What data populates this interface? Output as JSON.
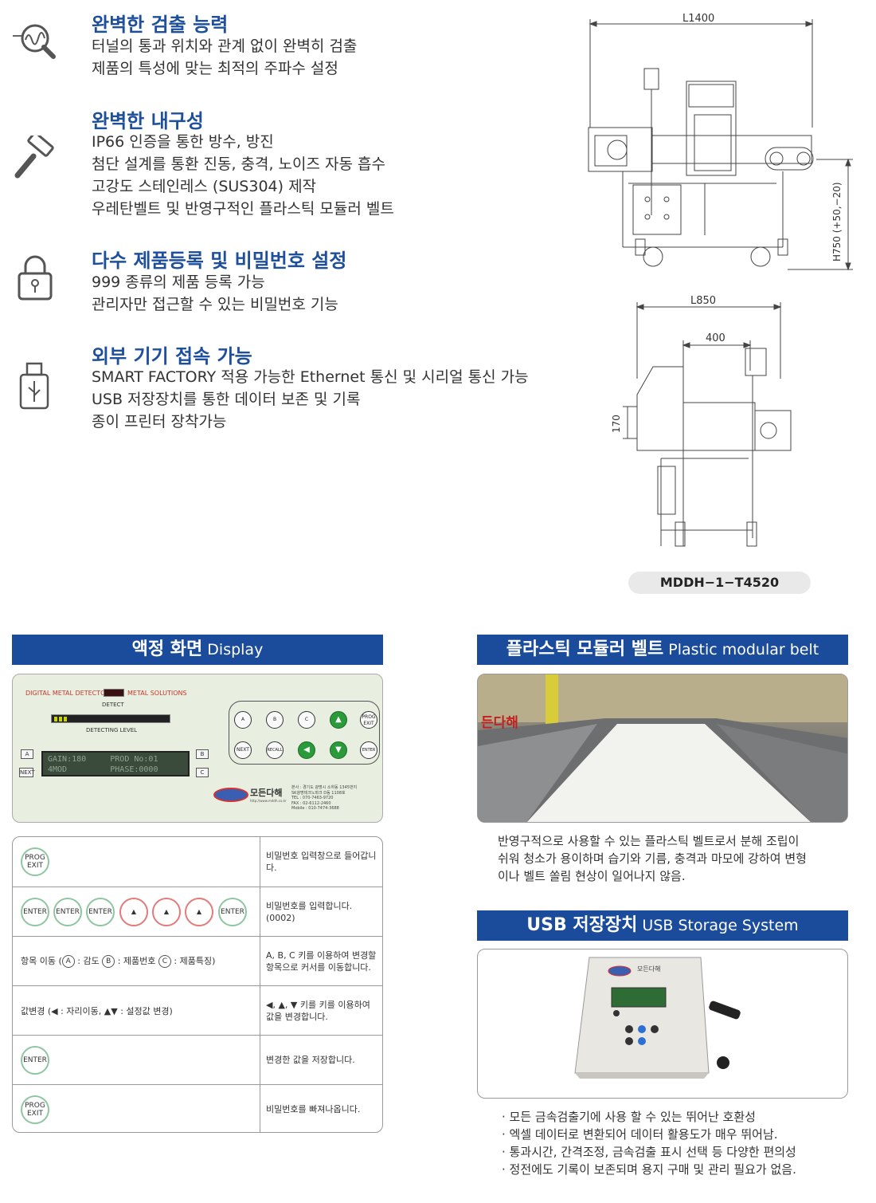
{
  "features": [
    {
      "icon": "magnifier-wave-icon",
      "title": "완벽한 검출 능력",
      "lines": [
        "터널의 통과 위치와 관계 없이 완벽히 검출",
        "제품의 특성에 맞는 최적의 주파수 설정"
      ]
    },
    {
      "icon": "hammer-icon",
      "title": "완벽한 내구성",
      "lines": [
        "IP66 인증을 통한 방수, 방진",
        "첨단 설계를 통환 진동, 충격, 노이즈 자동 흡수",
        "고강도 스테인레스 (SUS304) 제작",
        "우레탄벨트 및 반영구적인 플라스틱 모듈러 벨트"
      ]
    },
    {
      "icon": "padlock-icon",
      "title": "다수 제품등록 및 비밀번호 설정",
      "lines": [
        "999 종류의 제품 등록 가능",
        "관리자만 접근할 수 있는 비밀번호 기능"
      ]
    },
    {
      "icon": "usb-drive-icon",
      "title": "외부 기기 접속 가능",
      "lines": [
        "SMART FACTORY 적용 가능한 Ethernet 통신 및 시리얼 통신 가능",
        "USB 저장장치를 통한 데이터 보존 및 기록",
        "종이 프린터 장착가능"
      ]
    }
  ],
  "drawing": {
    "side_length": "L1400",
    "side_height": "H750 (+50,−20)",
    "front_length": "L850",
    "front_inner": "400",
    "front_height": "170"
  },
  "model": "MDDH−1−T4520",
  "display_section": {
    "ko": "액정 화면",
    "en": "Display"
  },
  "panel": {
    "title_left": "DIGITAL METAL DETECTOR",
    "title_right": "METAL SOLUTIONS",
    "detect": "DETECT",
    "detecting_level": "DETECTING LEVEL",
    "lcd_line1": "GAIN:180     PROD No:01",
    "lcd_line2": "4MOD         PHASE:0000",
    "side_a": "A",
    "side_next": "NEXT",
    "side_b": "B",
    "side_c": "C",
    "keys": {
      "a": "A",
      "b": "B",
      "c": "C",
      "up": "▲",
      "prog": "PROG EXIT",
      "next": "NEXT",
      "recall": "RECALL",
      "left": "◀",
      "down": "▼",
      "enter": "ENTER"
    },
    "brand": "모든다해",
    "url": "http://www.mddh.co.kr",
    "address_lines": [
      "본사 : 경기도 광명시 소하동 1345번지",
      "SK광명테크노파크 D동 1108호",
      "TEL : 070-7463-9720",
      "FAX : 02-6112-2460",
      "Mobile : 010-7474-3688"
    ]
  },
  "table": {
    "rows": [
      {
        "desc": "비밀번호 입력창으로 들어갑니다.",
        "buttons": [
          "PROG EXIT"
        ]
      },
      {
        "desc": "비밀번호를 입력합니다. (0002)",
        "buttons": [
          "ENTER",
          "ENTER",
          "ENTER",
          "▲",
          "▲",
          "▲",
          "ENTER"
        ]
      },
      {
        "desc": "A, B, C 키를 이용하여 변경할 항목으로 커서를 이동합니다.",
        "text_prefix": "항목 이동 (",
        "a_key": "A",
        "a_label": " : 감도 ",
        "b_key": "B",
        "b_label": " : 제품번호 ",
        "c_key": "C",
        "c_label": " : 제품특징)"
      },
      {
        "desc": "◀, ▲, ▼ 키를 키를 이용하여 값을 변경합니다.",
        "text": "값변경 (◀ : 자리이동, ▲▼ : 설정값 변경)"
      },
      {
        "desc": "변경한 값을 저장합니다.",
        "buttons": [
          "ENTER"
        ]
      },
      {
        "desc": "비밀번호를 빠져나옵니다.",
        "buttons": [
          "PROG EXIT"
        ]
      }
    ]
  },
  "belt_section": {
    "ko": "플라스틱 모듈러 벨트",
    "en": "Plastic modular belt",
    "photo_overlay": "든다해",
    "description": [
      "반영구적으로 사용할 수 있는 플라스틱 벨트로서 분해 조립이",
      "쉬워 청소가 용이하며 습기와 기름, 충격과 마모에 강하여 변형",
      "이나 벨트 쏠림 현상이 일어나지 않음."
    ]
  },
  "usb_section": {
    "ko": "USB 저장장치",
    "en": "USB Storage System",
    "device_brand": "모든다해",
    "features": [
      "· 모든 금속검출기에 사용 할 수 있는 뛰어난 호환성",
      "· 엑셀 데이터로 변환되어 데이터 활용도가 매우 뛰어남.",
      "· 통과시간, 간격조정, 금속검출 표시 선택 등 다양한 편의성",
      "· 정전에도 기록이 보존되며 용지 구매 및 관리 필요가 없음."
    ]
  },
  "colors": {
    "accent": "#1b4c9b",
    "title_blue": "#1e4f9c",
    "panel_bg": "#e8efe0"
  }
}
